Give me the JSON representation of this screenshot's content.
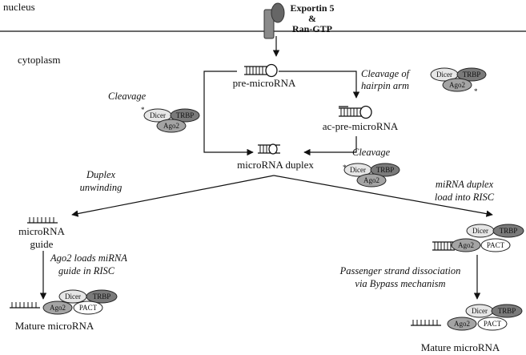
{
  "compartments": {
    "nucleus": "nucleus",
    "cytoplasm": "cytoplasm"
  },
  "exporter": {
    "line1": "Exportin 5",
    "line2": "&",
    "line3": "Ran-GTP"
  },
  "rna": {
    "pre_microrna": "pre-microRNA",
    "ac_pre_microrna": "ac-pre-microRNA",
    "microrna_duplex": "microRNA duplex",
    "microrna_guide_line1": "microRNA",
    "microrna_guide_line2": "guide",
    "mature_left": "Mature microRNA",
    "mature_right": "Mature microRNA"
  },
  "steps": {
    "cleavage_left": "Cleavage",
    "cleavage_hairpin_line1": "Cleavage of",
    "cleavage_hairpin_line2": "hairpin arm",
    "cleavage_right": "Cleavage",
    "duplex_unwinding_line1": "Duplex",
    "duplex_unwinding_line2": "unwinding",
    "load_risc_line1": "miRNA duplex",
    "load_risc_line2": "load into RISC",
    "ago2_loads_line1": "Ago2 loads miRNA",
    "ago2_loads_line2": "guide in RISC",
    "passenger_line1": "Passenger strand dissociation",
    "passenger_line2": "via Bypass mechanism"
  },
  "proteins": {
    "dicer": "Dicer",
    "trbp": "TRBP",
    "ago2": "Ago2",
    "pact": "PACT",
    "asterisk": "*"
  }
}
